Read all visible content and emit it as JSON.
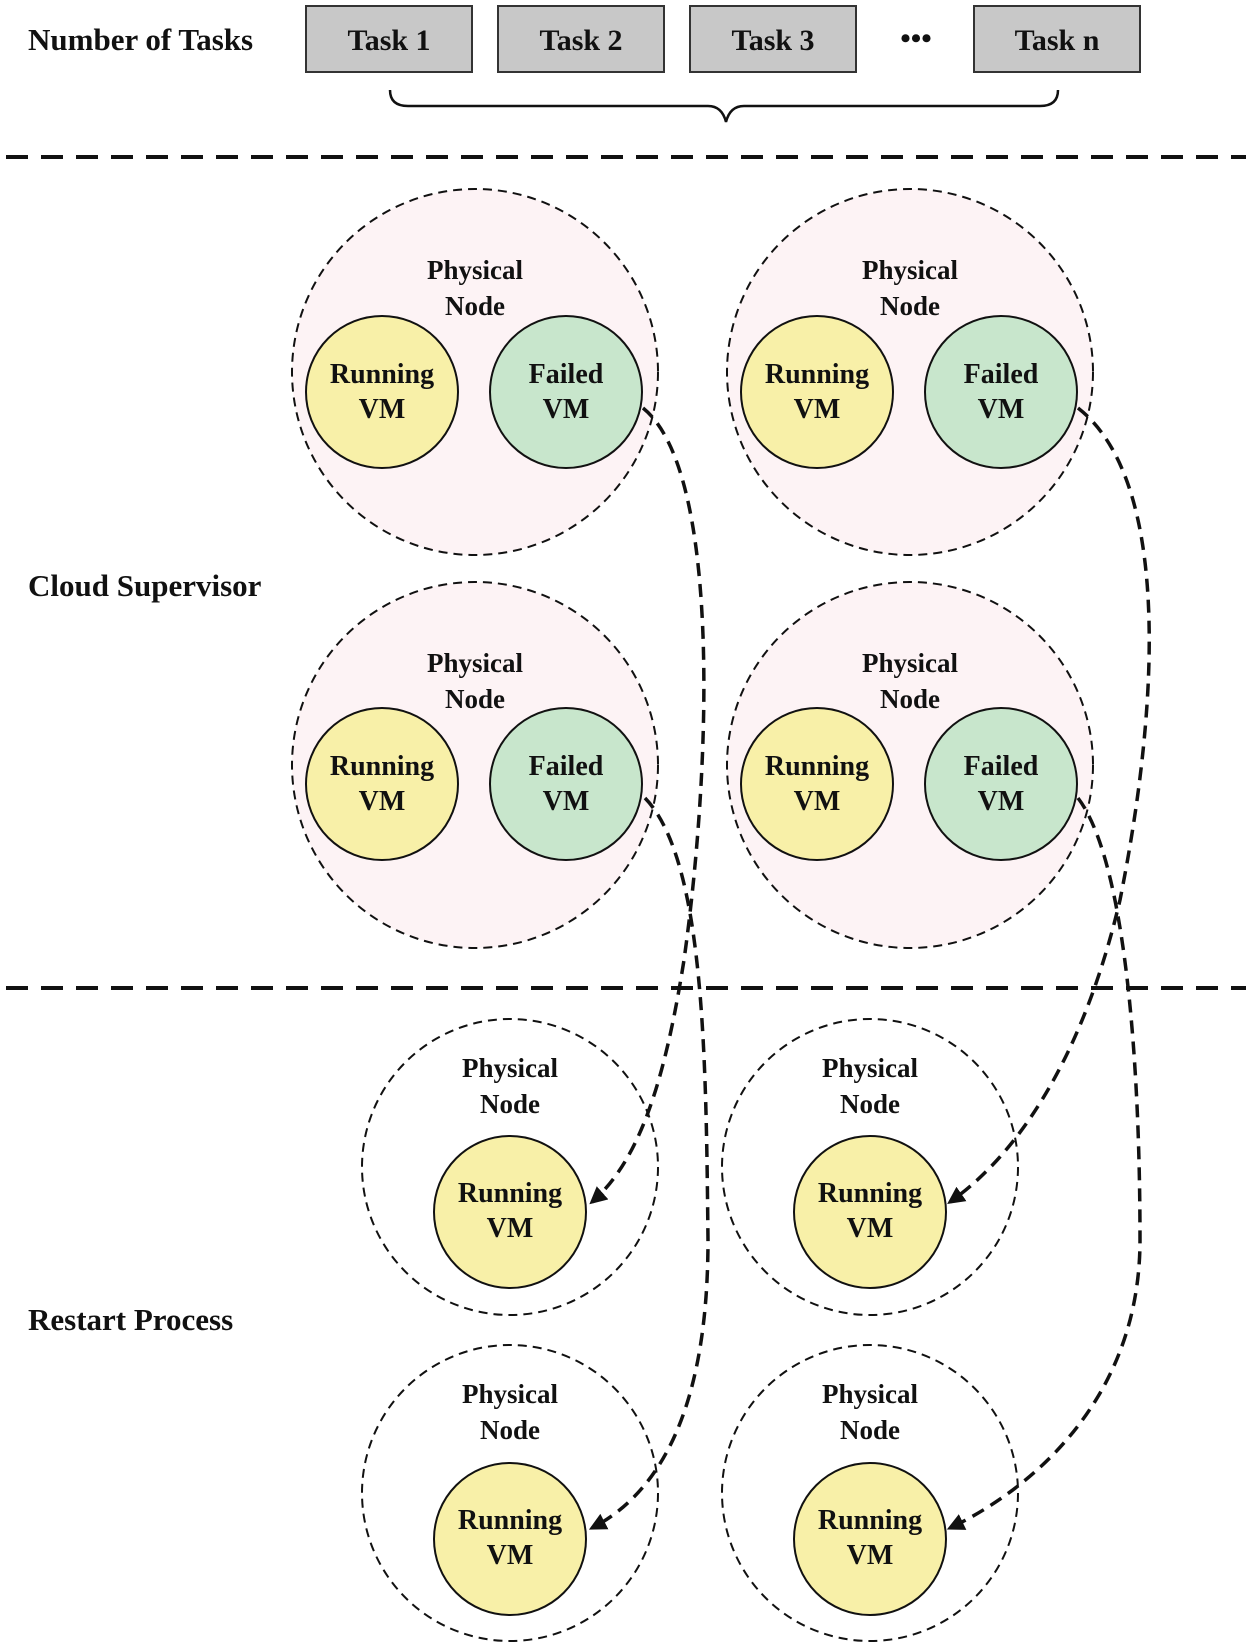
{
  "labels": {
    "tasks_row": "Number of Tasks",
    "supervisor_row": "Cloud Supervisor",
    "restart_row": "Restart Process"
  },
  "tasks": [
    "Task 1",
    "Task 2",
    "Task 3",
    "Task n"
  ],
  "ellipsis": "•••",
  "node_label": [
    "Physical",
    "Node"
  ],
  "vm_running": [
    "Running",
    "VM"
  ],
  "vm_failed": [
    "Failed",
    "VM"
  ],
  "colors": {
    "task_box": "#c8c8c8",
    "node_fill": "#fdf3f5",
    "running_vm": "#f8f0a8",
    "failed_vm": "#c8e6cc",
    "line": "#111111"
  }
}
